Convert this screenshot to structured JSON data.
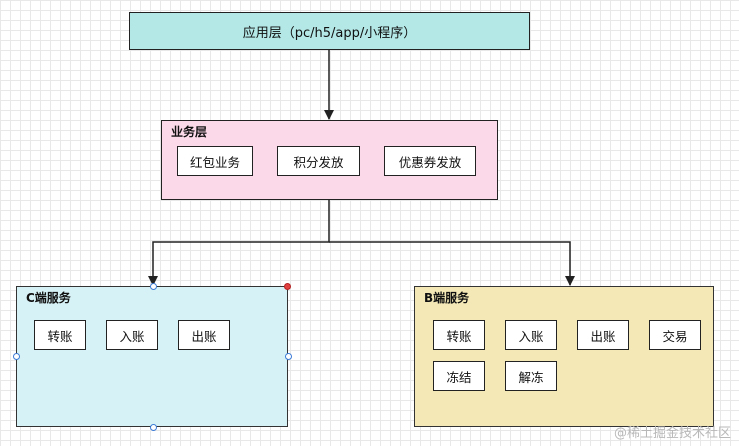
{
  "app_layer": {
    "label": "应用层（pc/h5/app/小程序）"
  },
  "business_layer": {
    "title": "业务层",
    "items": [
      "红包业务",
      "积分发放",
      "优惠券发放"
    ]
  },
  "c_service": {
    "title": "C端服务",
    "items": [
      "转账",
      "入账",
      "出账"
    ]
  },
  "b_service": {
    "title": "B端服务",
    "items": [
      "转账",
      "入账",
      "出账",
      "交易",
      "冻结",
      "解冻"
    ]
  },
  "watermark": "@稀土掘金技术社区",
  "colors": {
    "app_layer_fill": "#b3e8e6",
    "business_layer_fill": "#fbd9e8",
    "c_service_fill": "#d6f2f6",
    "b_service_fill": "#f4e9b6"
  }
}
